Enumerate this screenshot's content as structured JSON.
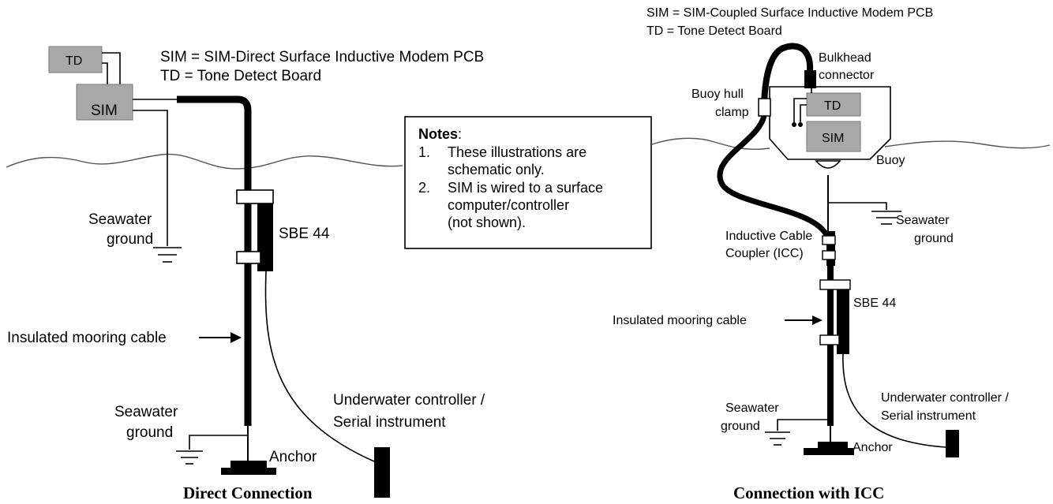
{
  "left": {
    "legend_line1": "SIM = SIM-Direct Surface Inductive Modem PCB",
    "legend_line2": "TD = Tone Detect Board",
    "td_box": "TD",
    "sim_box": "SIM",
    "seawater_ground_top_1": "Seawater",
    "seawater_ground_top_2": "ground",
    "sbe44": "SBE 44",
    "mooring_cable": "Insulated mooring cable",
    "seawater_ground_bottom_1": "Seawater",
    "seawater_ground_bottom_2": "ground",
    "anchor": "Anchor",
    "controller_1": "Underwater controller /",
    "controller_2": "Serial instrument",
    "caption": "Direct Connection"
  },
  "notes": {
    "heading": "Notes",
    "colon": ":",
    "item1_num": "1.",
    "item1_line1": "These illustrations are",
    "item1_line2": "schematic only.",
    "item2_num": "2.",
    "item2_line1": "SIM is wired to a surface",
    "item2_line2": "computer/controller",
    "item2_line3": "(not shown)."
  },
  "right": {
    "legend_line1": "SIM = SIM-Coupled Surface Inductive Modem PCB",
    "legend_line2": "TD = Tone Detect Board",
    "bulkhead_1": "Bulkhead",
    "bulkhead_2": "connector",
    "buoy_hull_1": "Buoy hull",
    "buoy_hull_2": "clamp",
    "td_box": "TD",
    "sim_box": "SIM",
    "buoy": "Buoy",
    "seawater_ground_top_1": "Seawater",
    "seawater_ground_top_2": "ground",
    "icc_1": "Inductive Cable",
    "icc_2": "Coupler (ICC)",
    "sbe44": "SBE 44",
    "mooring_cable": "Insulated mooring cable",
    "seawater_ground_bottom_1": "Seawater",
    "seawater_ground_bottom_2": "ground",
    "anchor": "Anchor",
    "controller_1": "Underwater controller /",
    "controller_2": "Serial instrument",
    "caption": "Connection with ICC"
  }
}
